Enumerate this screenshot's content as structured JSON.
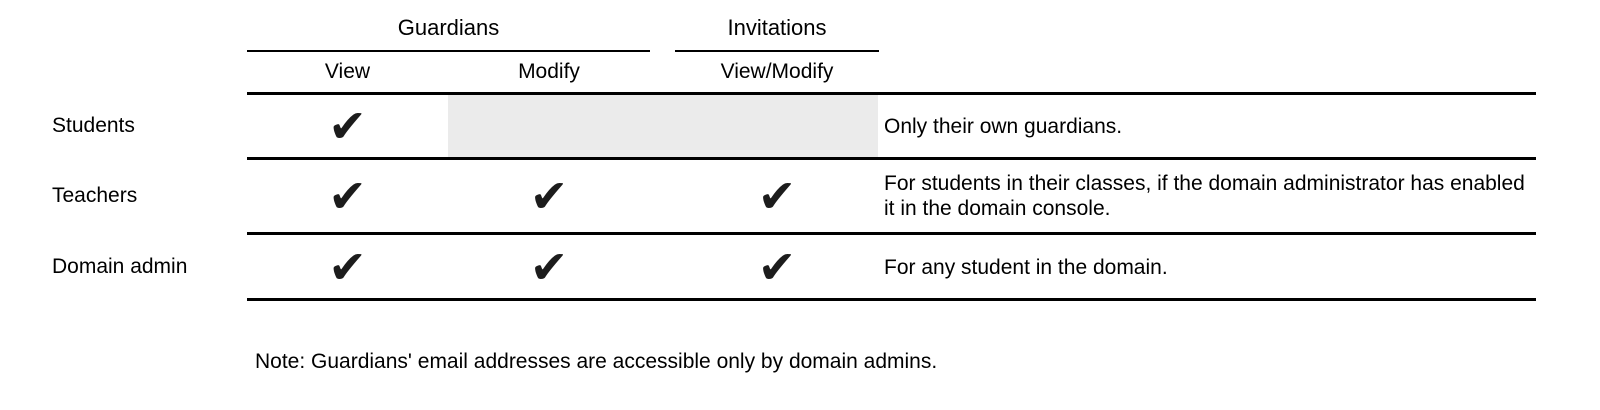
{
  "table": {
    "groups": [
      {
        "label": "Guardians"
      },
      {
        "label": "Invitations"
      }
    ],
    "columns": [
      {
        "label": "View"
      },
      {
        "label": "Modify"
      },
      {
        "label": "View/Modify"
      }
    ],
    "rows": [
      {
        "label": "Students",
        "marks": {
          "view": "✔",
          "modify": "",
          "view_modify": ""
        },
        "not_applicable_span": "Modify + View/Modify",
        "note": "Only their own guardians."
      },
      {
        "label": "Teachers",
        "marks": {
          "view": "✔",
          "modify": "✔",
          "view_modify": "✔"
        },
        "note": "For students in their classes, if the domain administrator has enabled it in the domain console."
      },
      {
        "label": "Domain admin",
        "marks": {
          "view": "✔",
          "modify": "✔",
          "view_modify": "✔"
        },
        "note": "For any student in the domain."
      }
    ]
  },
  "footnote": "Note: Guardians' email addresses are accessible only by domain admins.",
  "colors": {
    "text": "#000000",
    "rule_line": "#000000",
    "check_mark": "#1c1c1c",
    "not_applicable_bg": "#ebebeb",
    "background": "#ffffff"
  }
}
